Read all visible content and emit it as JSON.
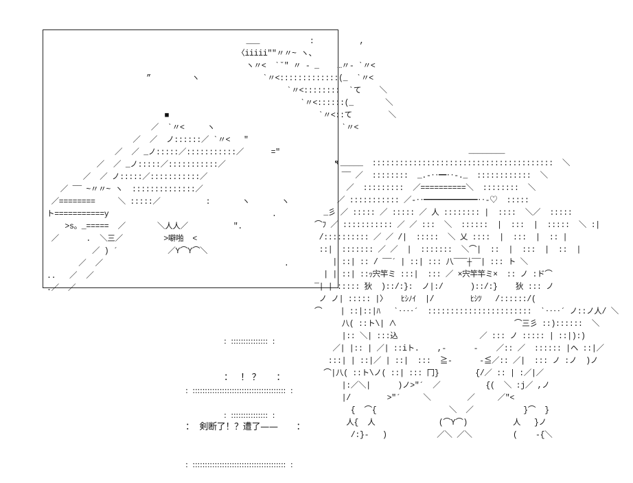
{
  "box_art": [
    "                                            ___           :          ,",
    "                                          〈iiiii\"\"〃〃~ ヽ、",
    "                                            ヽ〃<  ˋ˘\" 〃 - _    …〃- ˋ〃<",
    "                      ”         ヽ              ˋ〃<:::::::::::::(_  ˋ〃<",
    "                                                     ˋ〃<::::::::  ˋて    ＼",
    "                                                        ˋ〃<::::::(_       ＼",
    "                          ■                                 ˋ〃<::て        ＼",
    "                       ／  ˋ〃<     ヽ                            ˋ〃<",
    "                   ／  ／  ノ::::::／ ˋ〃<   ″",
    "               ／  ／ _ノ:::::／:::::::::::／      =″",
    "           ／  ／ _ノ:::::／:::::::::::／                        ”",
    "        ／  ／ ノ:::::／:::::::::::／",
    "   ／ ‾‾ ~〃〃~ ヽ  ::::::::::::::／",
    " ／========     ＼ :::::／          :       ヽ       ヽ",
    "ト===========y                                    .",
    "    >s。_=====  ／       ＼人人／          ″.",
    " ／      .  ＼三／         >噼啪  <",
    "          ／ ) ´           ／Y⌒Y⌒＼",
    "       ／  ／                                        .",
    "..   ／  ／",
    ".／  ／"
  ],
  "char_art": [
    "                                  ________",
    "    ヽ_____  ::::::::::::::::::::::::::::::::::::::::  ＼",
    "      ‾‾ ／  ::::::::  _.-‥━‥-._  ::::::::::::  ＼",
    "       ／  :::::::::  ／==========＼  ::::::::  ＼",
    "     ／ ::::::::::: ／‐‥━━━━━━━‥‐♡  :::::",
    "  _彡 ／ ::::: ／ ::::: ／ 人 :::::::: |  ::::  ＼／  :::::",
    "⌒ﾌ ／ ::::::::::: ／ ／ :::  ＼  ::::::  |  :::  |  :::::  ＼ :|",
    " /:::::::::: ／ ／ /|  :::::  ＼ 乂 ::::  |  :::  |  :: |",
    " ::|  ::::::: ／ ／  |  :::::::  ＼⌒|  ::  |  :::  |  ::  |",
    "    | ::| :: / ‾‾´ | ::| ::: 八‾‾‾┼‾‾| ::: ト ＼",
    "  | | ::| ::ｯ宍竿ミ :::|  ::: ／ ×宍竿竿ミ×  :: ノ :ド⌒",
    "‾| | ::::: 狄  )::/:}:  ノ|:/      )::/:}    狄 ::: ノ",
    " ノ ノ| ::::: |〉   ﾋｼﾉｲ  |/        ﾋｼﾂ   /::::::/(",
    "⌒    | ::|::|ﾊ   ˋ‥‥´  :::::::::::::::::::::::  ˋ‥‥´ ノ::ノ人/ ＼",
    "      八( ::ト\\| ∧                          ⌒三彡 ::)::::::  ＼",
    "      |:: ＼| :::込                  ／ ::: ノ ::::: | ::|):)",
    "    ／| |:: | ／| ::iト.    ,-      -    ／:: ／  :::::: |ヘ ::|／",
    "   :::| | ::|／ | ::|  :::  ≧-      -≦／:: ／|  ::: ノ :ノ  )ノ",
    "  ⌒|八( ::ト\\ノ( ::| ::: 冂}        {/／ :: | :／|／",
    "      |:／＼|      )ノ>″´  ／          {(  ＼ :j／ ,ノ",
    "      |/        >″´     ＼        ／     ／″<",
    "        {  ⌒{                ＼  ／           }⌒  }",
    "       人{  人              (⌒Y⌒)          人   }ノ",
    "        /:}‐   )           ／＼ ／＼         (    ‐{＼"
  ],
  "shout_small": {
    "top": ":  :::::::::::::::  :",
    "text": "：   ！ ？      ：",
    "bottom": ":  :::::::::::::::  :"
  },
  "shout_main": {
    "top": ":  ::::::::::::::::::::::::::::::::::::::  :",
    "text": "：  剣断了！？遭了——       ：",
    "bottom": ":  ::::::::::::::::::::::::::::::::::::::  :"
  }
}
